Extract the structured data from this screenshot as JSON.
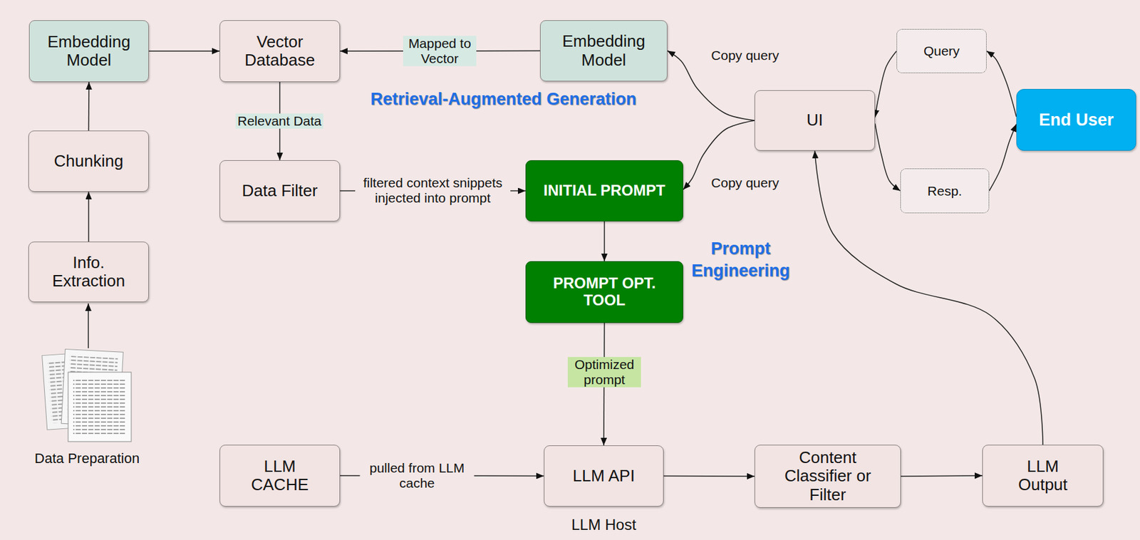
{
  "diagram": {
    "nodes": [
      {
        "text": [
          "Retrieval-Augmented Generation"
        ]
      },
      {
        "text": [
          "Embedding Model"
        ],
        "in": 0
      },
      {
        "text": [
          "Vector Database"
        ],
        "in": 0
      },
      {
        "text": [
          "Embedding Model"
        ],
        "in": 0
      },
      {
        "text": [
          "Query"
        ]
      },
      {
        "text": [
          "UI"
        ]
      },
      {
        "text": [
          "End User"
        ]
      },
      {
        "text": [
          "Chunking"
        ],
        "in": 0
      },
      {
        "text": [
          "Data Filter"
        ],
        "in": 0
      },
      {
        "text": [
          "Prompt Engineering"
        ]
      },
      {
        "text": [
          "INITIAL PROMPT"
        ],
        "in": 9
      },
      {
        "text": [
          "Resp."
        ]
      },
      {
        "text": [
          "Info. Extraction"
        ],
        "in": 0
      },
      {
        "text": [
          "PROMPT OPT. TOOL"
        ],
        "in": 9
      },
      {
        "text": [
          "LLM CACHE"
        ]
      },
      {
        "text": [
          "LLM Host"
        ]
      },
      {
        "text": [
          "LLM API"
        ],
        "in": 15
      },
      {
        "text": [
          "Content Classifier or Filter"
        ]
      },
      {
        "text": [
          "LLM Output"
        ]
      }
    ],
    "edges": [
      {
        "from": 1,
        "to": 2,
        "arrow": "to"
      },
      {
        "from": 3,
        "to": 2,
        "label": "Mapped to Vector",
        "arrow": "to"
      },
      {
        "from": 5,
        "to": 3,
        "label": "Copy query",
        "arrow": "to"
      },
      {
        "from": 5,
        "to": 10,
        "label": "Copy query",
        "arrow": "to"
      },
      {
        "from": 2,
        "to": 8,
        "label": "Relevant Data",
        "arrow": "to"
      },
      {
        "from": 8,
        "to": 10,
        "label": "filtered context snippets injected into prompt",
        "arrow": "to"
      },
      {
        "from": 7,
        "to": 1,
        "arrow": "to"
      },
      {
        "from": 12,
        "to": 7,
        "arrow": "to"
      },
      {
        "from": 10,
        "to": 13,
        "arrow": "to"
      },
      {
        "from": 13,
        "to": 16,
        "label": "Optimized prompt",
        "arrow": "to"
      },
      {
        "from": 14,
        "to": 16,
        "label": "pulled from LLM cache",
        "arrow": "to"
      },
      {
        "from": 16,
        "to": 17,
        "arrow": "to"
      },
      {
        "from": 17,
        "to": 18,
        "arrow": "to"
      },
      {
        "from": 18,
        "to": 5,
        "arrow": "to"
      },
      {
        "from": 6,
        "to": 4,
        "arrow": "to"
      },
      {
        "from": 4,
        "to": 5,
        "arrow": "to"
      },
      {
        "from": 5,
        "to": 11,
        "arrow": "to"
      },
      {
        "from": 11,
        "to": 6,
        "arrow": "to"
      }
    ],
    "labels": [
      "Data Preparation"
    ]
  }
}
